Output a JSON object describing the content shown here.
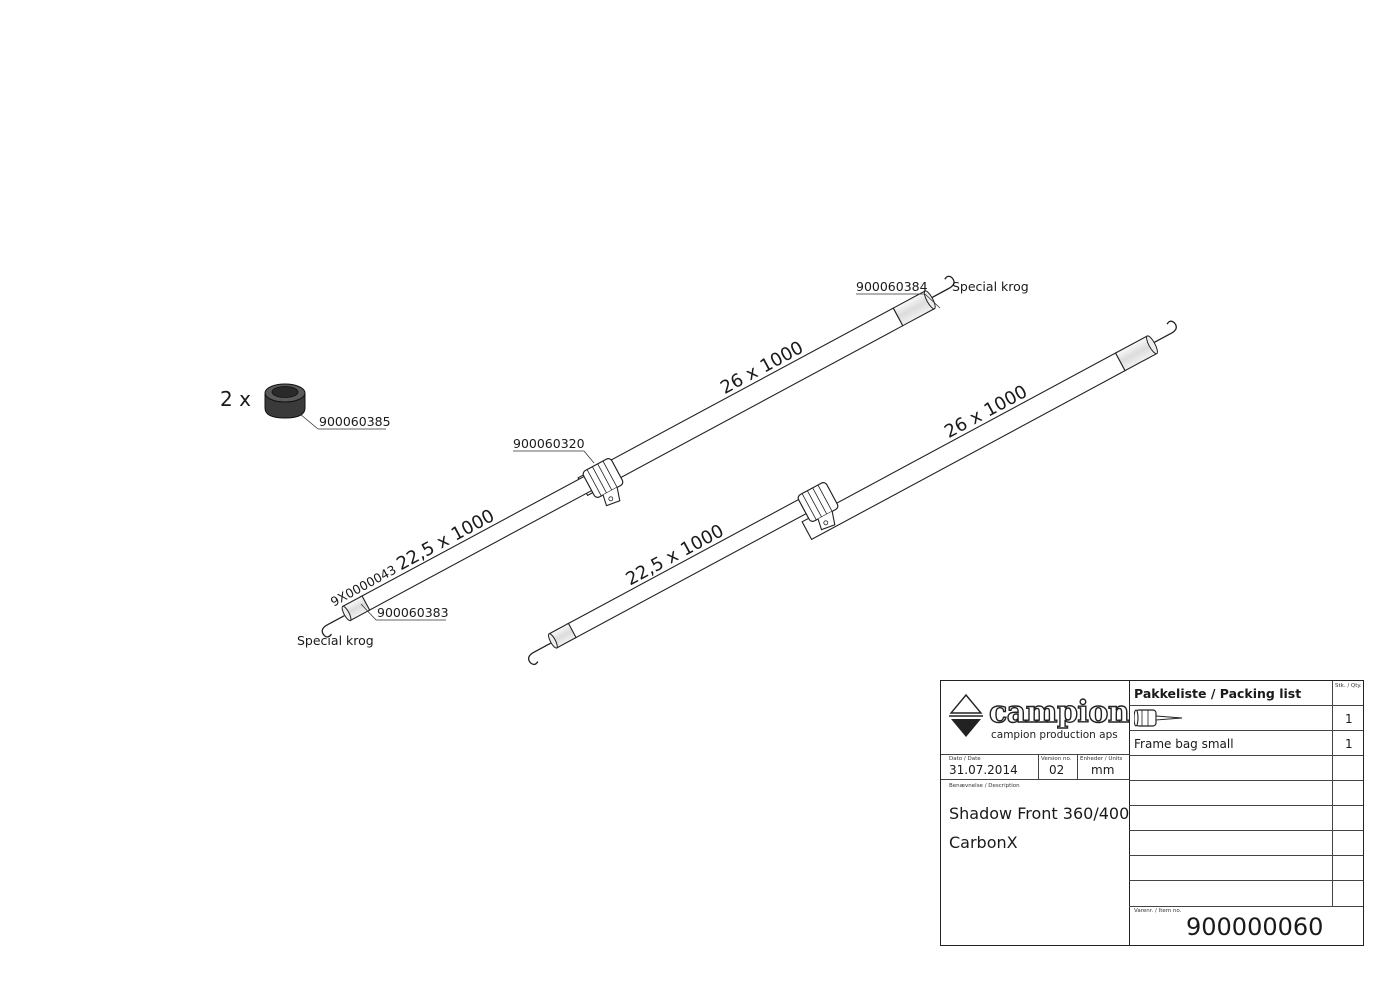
{
  "callouts": {
    "clip_qty_prefix": "2 x",
    "clip_part": "900060385",
    "hook_top_part": "900060384",
    "hook_top_label": "Special krog",
    "joint_part": "900060320",
    "lower_pole_part": "9X0000043",
    "hook_bottom_part": "900060383",
    "hook_bottom_label": "Special krog"
  },
  "poles": [
    {
      "upper_size": "26 x 1000",
      "lower_size": "22,5 x 1000"
    },
    {
      "upper_size": "26 x 1000",
      "lower_size": "22,5 x 1000"
    }
  ],
  "title_block": {
    "logo_text": "campion",
    "company": "campion production aps",
    "date_label": "Dato / Date",
    "date": "31.07.2014",
    "version_label": "Version no.",
    "version": "02",
    "units_label": "Enheder / Units",
    "units": "mm",
    "description_label": "Benævnelse / Description",
    "description_line1": "Shadow Front 360/400",
    "description_line2": "CarbonX",
    "item_label": "Varenr. / Item no.",
    "item_no": "900000060",
    "packing_title": "Pakkeliste / Packing list",
    "qty_header": "Stk. / Qty.",
    "packing_rows": [
      {
        "label": "",
        "qty": "1",
        "icon": "pole-bundle-icon"
      },
      {
        "label": "Frame bag small",
        "qty": "1"
      }
    ]
  }
}
